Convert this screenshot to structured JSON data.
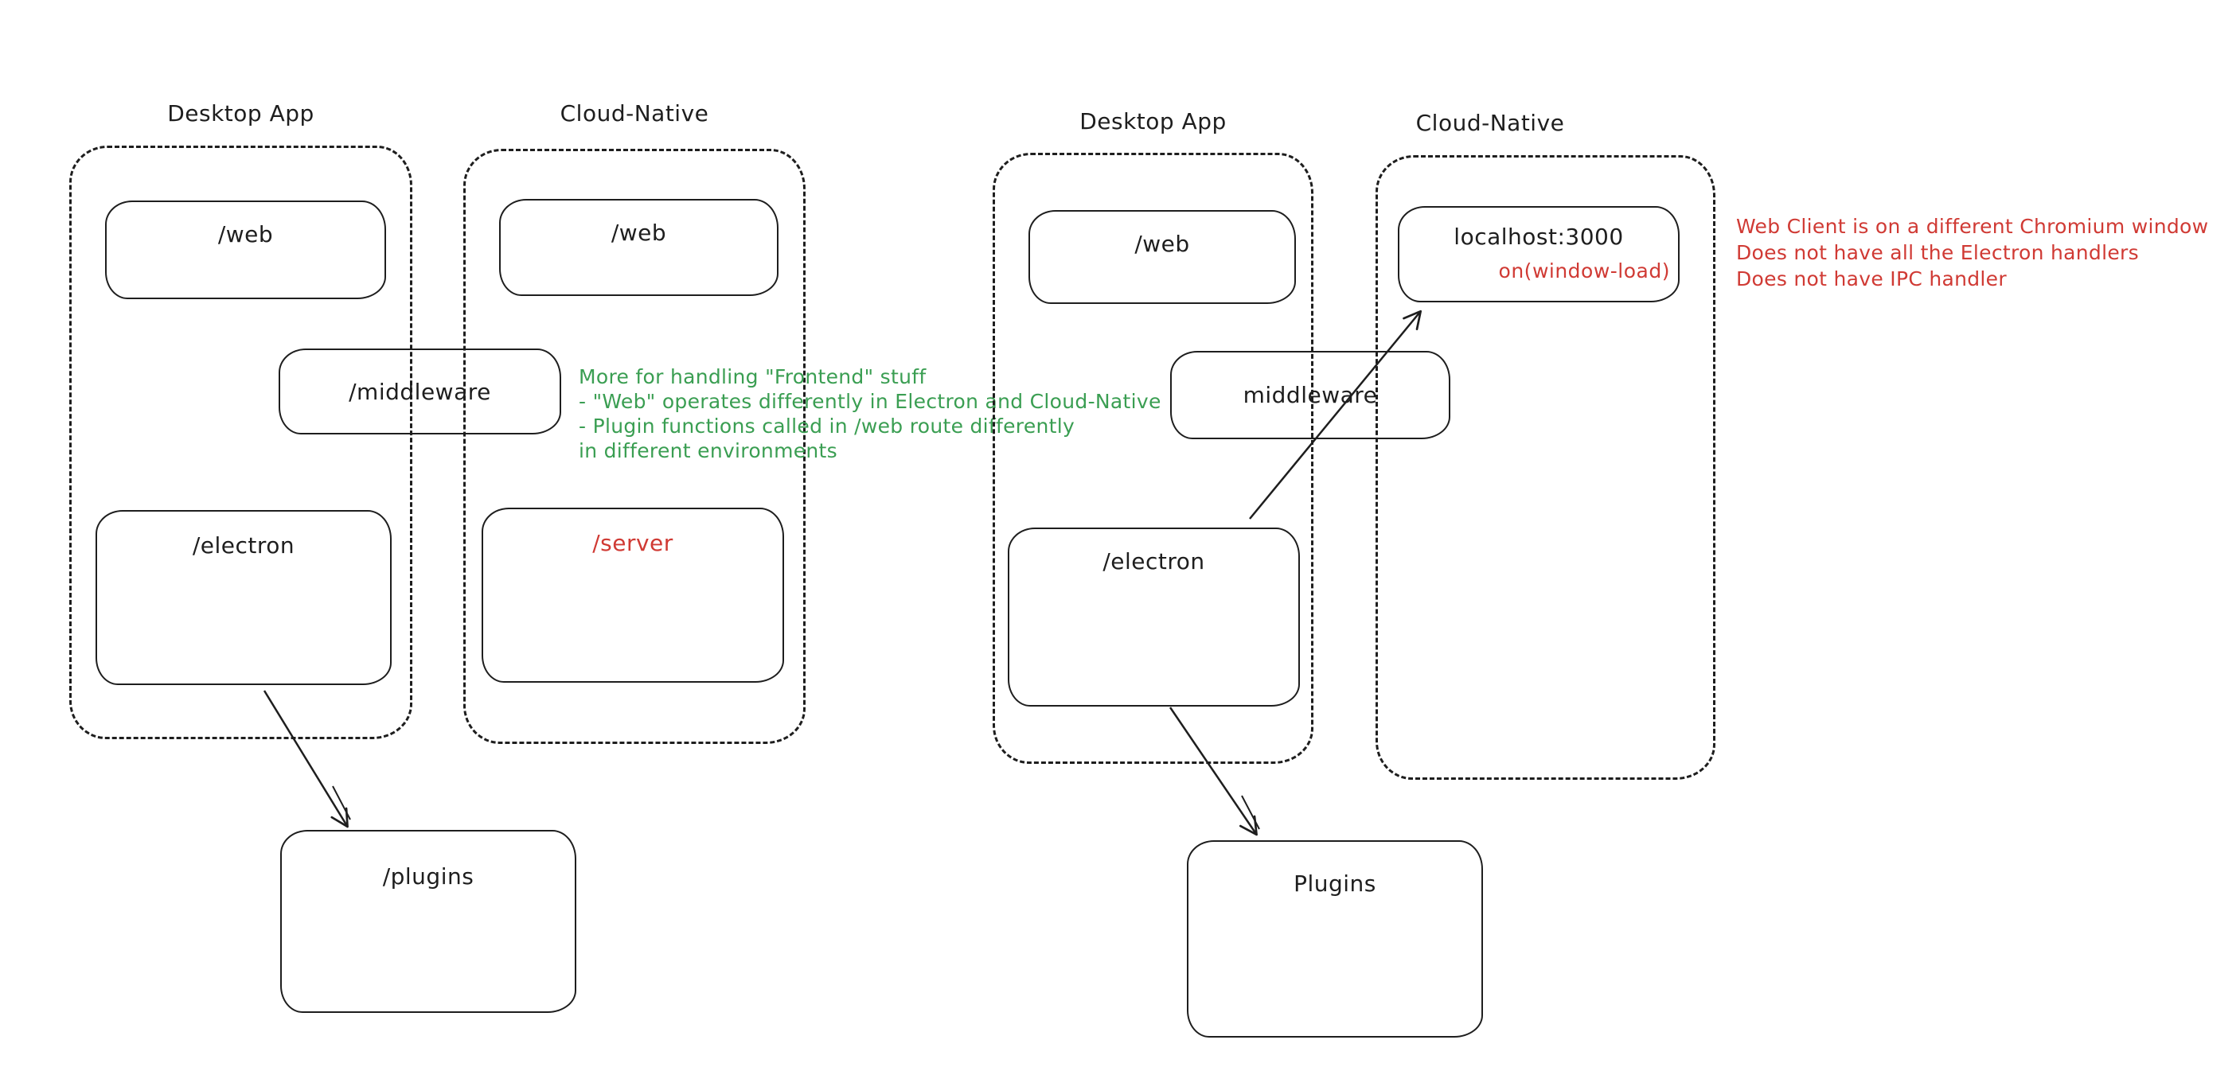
{
  "diagram": {
    "colors": {
      "stroke": "#1e1e1e",
      "green": "#3a9e52",
      "red": "#d03a34"
    },
    "left": {
      "desktop_app_label": "Desktop App",
      "cloud_native_label": "Cloud-Native",
      "web_desktop": "/web",
      "web_cloud": "/web",
      "middleware": "/middleware",
      "electron": "/electron",
      "server": "/server",
      "plugins": "/plugins",
      "green_note": [
        "More for handling \"Frontend\" stuff",
        "- \"Web\" operates differently in Electron and Cloud-Native",
        "- Plugin functions called in /web route differently",
        "in different environments"
      ]
    },
    "right": {
      "desktop_app_label": "Desktop App",
      "cloud_native_label": "Cloud-Native",
      "web_desktop": "/web",
      "localhost_title": "localhost:3000",
      "localhost_annotation": "on(window-load)",
      "middleware": "middleware",
      "electron": "/electron",
      "plugins": "Plugins",
      "red_note": [
        "Web Client is on a different Chromium window",
        "Does not have all the Electron handlers",
        "Does not have IPC handler"
      ]
    }
  }
}
